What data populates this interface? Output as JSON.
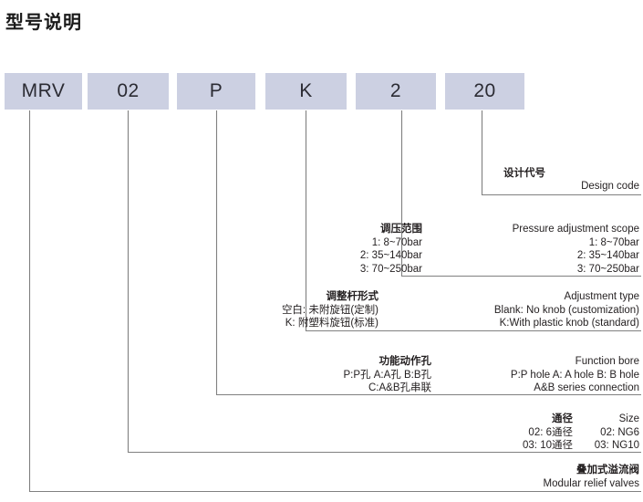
{
  "title": "型号说明",
  "code_boxes": [
    {
      "label": "MRV"
    },
    {
      "label": "02"
    },
    {
      "label": "P"
    },
    {
      "label": "K"
    },
    {
      "label": "2"
    },
    {
      "label": "20"
    }
  ],
  "colors": {
    "box_fill": "#ccd0e2",
    "text": "#231f20",
    "leader": "#808080"
  },
  "rows": [
    {
      "key": "design_code",
      "cn_title": "设计代号",
      "en_title": "Design code",
      "cn_lines": [],
      "en_lines": []
    },
    {
      "key": "pressure_scope",
      "cn_title": "调压范围",
      "en_title": "Pressure adjustment scope",
      "cn_lines": [
        "1: 8~70bar",
        "2: 35~140bar",
        "3: 70~250bar"
      ],
      "en_lines": [
        "1: 8~70bar",
        "2: 35~140bar",
        "3: 70~250bar"
      ]
    },
    {
      "key": "adjustment_type",
      "cn_title": "调整杆形式",
      "en_title": "Adjustment type",
      "cn_lines": [
        "空白: 未附旋钮(定制)",
        "K: 附塑料旋钮(标准)"
      ],
      "en_lines": [
        "Blank: No knob (customization)",
        "K:With plastic knob (standard)"
      ]
    },
    {
      "key": "function_bore",
      "cn_title": "功能动作孔",
      "en_title": "Function bore",
      "cn_lines": [
        "P:P孔  A:A孔  B:B孔",
        "C:A&B孔串联"
      ],
      "en_lines": [
        "P:P hole   A: A hole   B: B hole",
        "A&B series connection"
      ]
    },
    {
      "key": "size",
      "cn_title": "通径",
      "en_title": "Size",
      "cn_lines": [
        "02: 6通径",
        "03: 10通径"
      ],
      "en_lines": [
        "02: NG6",
        "03: NG10"
      ]
    },
    {
      "key": "product",
      "cn_title": "叠加式溢流阀",
      "en_title": "Modular relief valves",
      "cn_lines": [],
      "en_lines": []
    }
  ]
}
